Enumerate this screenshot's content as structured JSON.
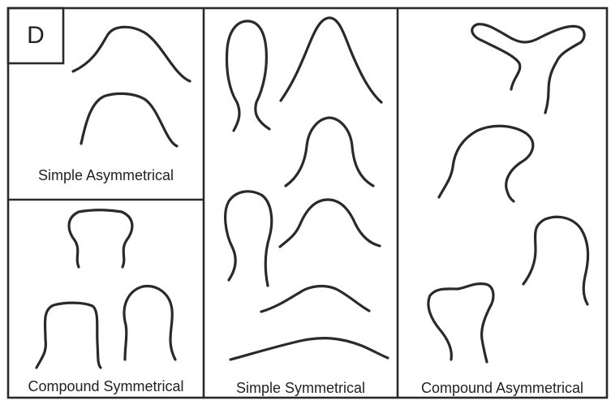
{
  "panel_letter": "D",
  "labels": {
    "simple_asymmetrical": "Simple Asymmetrical",
    "compound_symmetrical": "Compound Symmetrical",
    "simple_symmetrical": "Simple Symmetrical",
    "compound_asymmetrical": "Compound Asymmetrical"
  },
  "colors": {
    "stroke": "#2a2a2a",
    "text": "#222222",
    "background": "#ffffff"
  }
}
